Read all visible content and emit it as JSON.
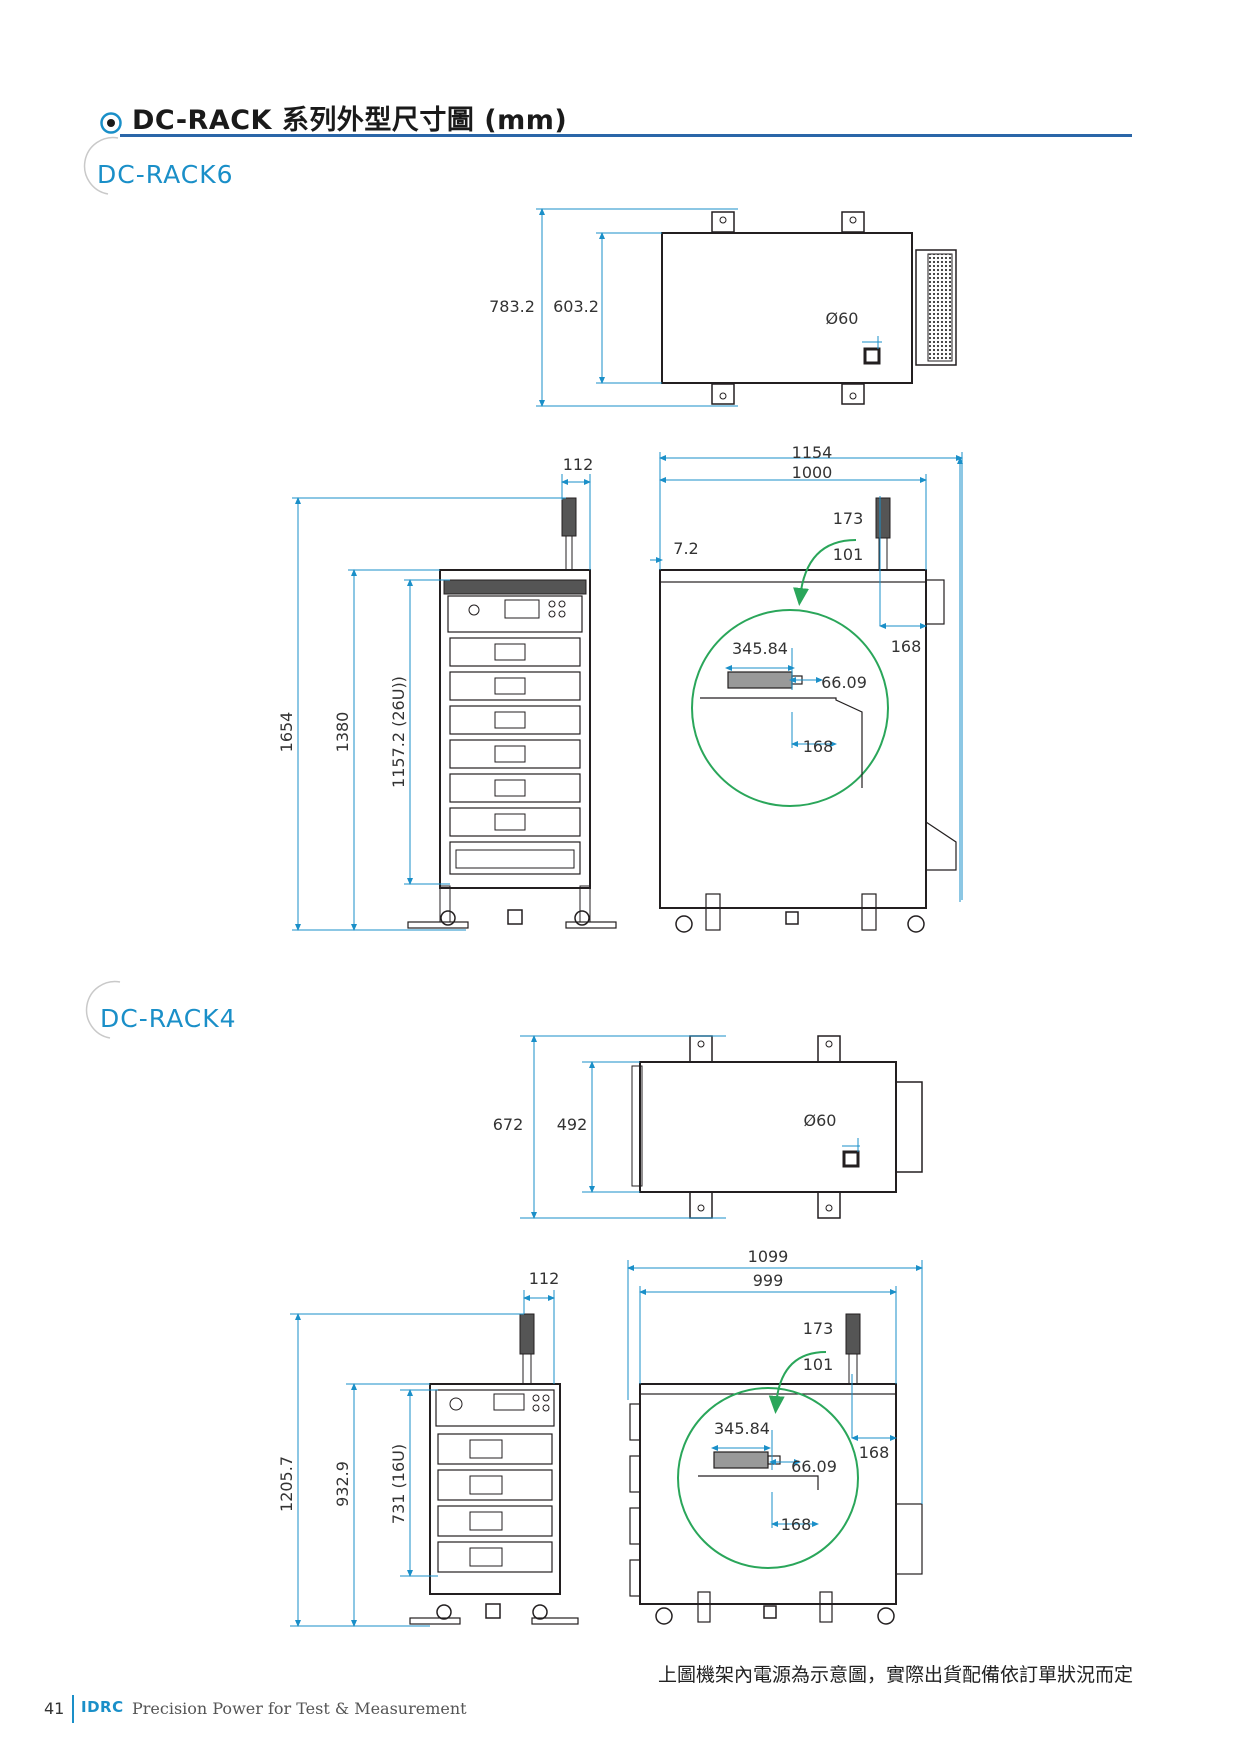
{
  "page": {
    "title": "DC-RACK 系列外型尺寸圖 (mm)",
    "accent_color": "#2a66a8",
    "label_color": "#1a8fc8",
    "callout_color": "#2aa65a",
    "dimension_line_color": "#1a8fc8"
  },
  "rack6": {
    "model": "DC-RACK6",
    "top_view": {
      "depth_total": "783.2",
      "depth_body": "603.2",
      "hole": "Ø60"
    },
    "side_view": {
      "width_total": "1154",
      "width_body": "1000",
      "offset": "7.2",
      "beacon_offset": "173",
      "beacon_center": "101",
      "rear_depth": "168",
      "detail_width": "345.84",
      "detail_offset": "66.09",
      "detail_depth": "168"
    },
    "front_view": {
      "height_total": "1654",
      "height_frame": "1380",
      "height_usable": "1157.2 (26U))",
      "beacon_width": "112"
    }
  },
  "rack4": {
    "model": "DC-RACK4",
    "top_view": {
      "depth_total": "672",
      "depth_body": "492",
      "hole": "Ø60"
    },
    "side_view": {
      "width_total": "1099",
      "width_body": "999",
      "beacon_offset": "173",
      "beacon_center": "101",
      "rear_depth": "168",
      "detail_width": "345.84",
      "detail_offset": "66.09",
      "detail_depth": "168"
    },
    "front_view": {
      "height_total": "1205.7",
      "height_frame": "932.9",
      "height_usable": "731 (16U)",
      "beacon_width": "112"
    }
  },
  "note": "上圖機架內電源為示意圖，實際出貨配備依訂單狀況而定",
  "footer": {
    "page_number": "41",
    "logo": "IDRC",
    "tagline": "Precision Power for Test & Measurement"
  }
}
